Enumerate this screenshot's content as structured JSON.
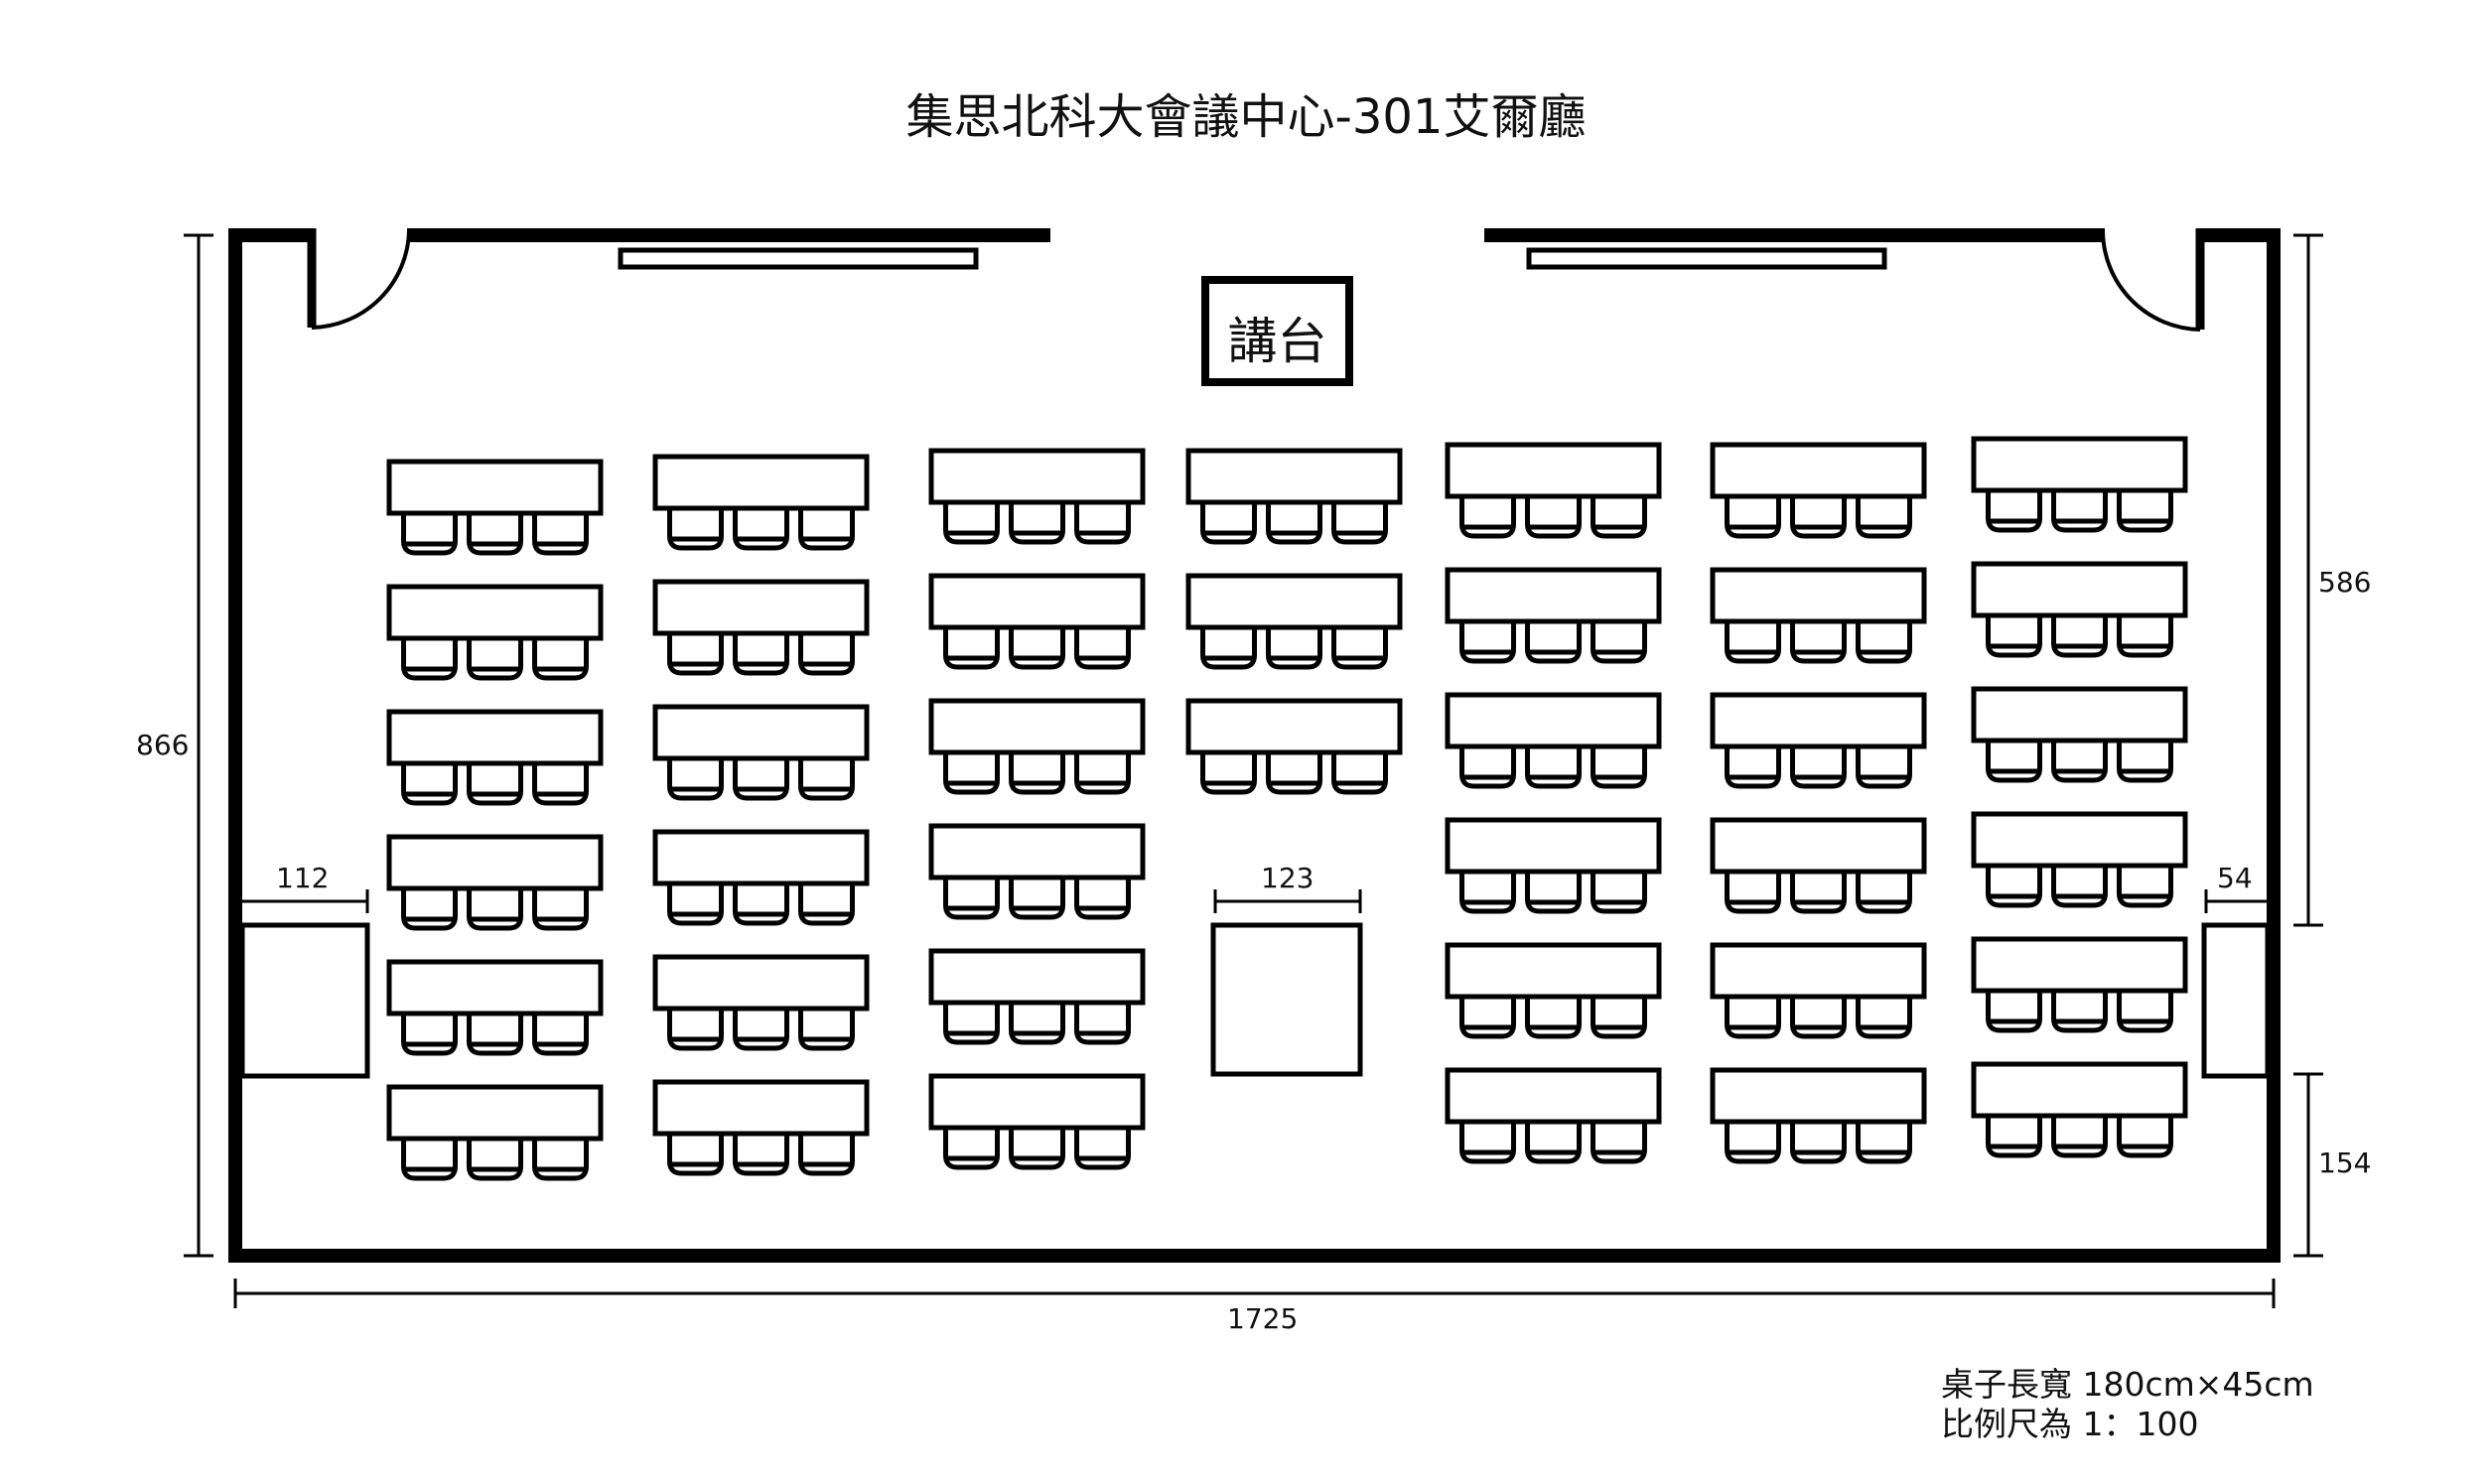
{
  "title": "集思北科大會議中心-301艾爾廳",
  "podium_label": "講台",
  "dimensions": {
    "room_width": "1725",
    "room_depth": "866",
    "right_upper": "586",
    "right_lower": "154",
    "left_table": "112",
    "center_table": "123",
    "right_table": "54"
  },
  "notes": {
    "table_size": "桌子長寬 180cm×45cm",
    "scale": "比例尺為 1：100"
  },
  "seating": {
    "columns": [
      {
        "tables": 6
      },
      {
        "tables": 6
      },
      {
        "tables": 6
      },
      {
        "tables": 3
      },
      {
        "tables": 6
      },
      {
        "tables": 6
      },
      {
        "tables": 6
      }
    ],
    "chairs_per_table": 3
  },
  "colors": {
    "line": "#000000",
    "background": "#ffffff"
  }
}
